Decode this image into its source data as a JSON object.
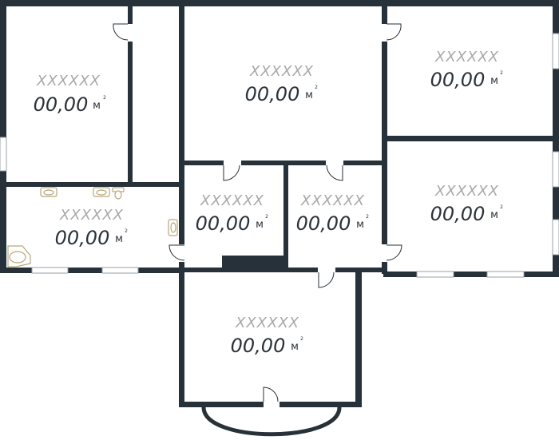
{
  "plan": {
    "wall_color": "#27313a",
    "fixture_color": "#b9a77a",
    "rooms": [
      {
        "id": "room-1",
        "name": "XXXXXX",
        "area": "00,00",
        "unit": "м",
        "sup": "2"
      },
      {
        "id": "room-2",
        "name": "XXXXXX",
        "area": "00,00",
        "unit": "м",
        "sup": "2"
      },
      {
        "id": "room-3",
        "name": "XXXXXX",
        "area": "00,00",
        "unit": "м",
        "sup": "2"
      },
      {
        "id": "room-4",
        "name": "XXXXXX",
        "area": "00,00",
        "unit": "м",
        "sup": "2"
      },
      {
        "id": "room-5",
        "name": "XXXXXX",
        "area": "00,00",
        "unit": "м",
        "sup": "2"
      },
      {
        "id": "room-6",
        "name": "XXXXXX",
        "area": "00,00",
        "unit": "м",
        "sup": "2"
      },
      {
        "id": "room-7",
        "name": "XXXXXX",
        "area": "00,00",
        "unit": "м",
        "sup": "2"
      },
      {
        "id": "room-8",
        "name": "XXXXXX",
        "area": "00,00",
        "unit": "м",
        "sup": "2"
      }
    ]
  }
}
